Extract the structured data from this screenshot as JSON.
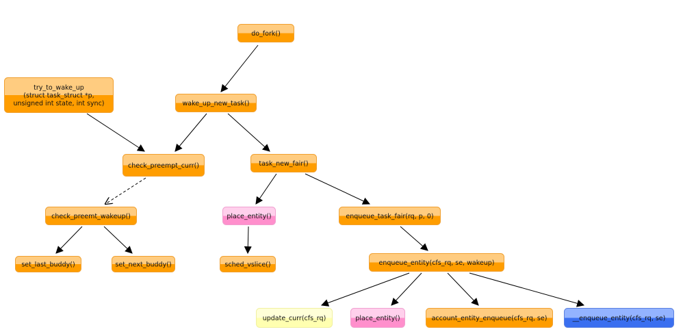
{
  "colors": {
    "orange": "#ff9d00",
    "orange_light": "#ffcc80",
    "orange_border": "#f0a030",
    "pink": "#ff8fcc",
    "pink_light": "#ffd0ec",
    "pink_border": "#f0a0d0",
    "yellow": "#ffffb0",
    "yellow_light": "#ffffd8",
    "yellow_border": "#f0f0a0",
    "blue": "#3a6ff0",
    "blue_light": "#93b3ff",
    "blue_border": "#5a80e0",
    "edge": "#000000"
  },
  "nodes": {
    "do_fork": {
      "label": "do_fork()",
      "color": "orange"
    },
    "wake_up_new_task": {
      "label": "wake_up_new_task()",
      "color": "orange"
    },
    "try_to_wake_up": {
      "lines": [
        "try_to_wake_up",
        "(struct task_struct *p,",
        "unsigned int state, int sync)"
      ],
      "color": "orange"
    },
    "check_preempt_curr": {
      "label": "check_preempt_curr()",
      "color": "orange"
    },
    "task_new_fair": {
      "label": "task_new_fair()",
      "color": "orange"
    },
    "check_preemt_wakeup": {
      "label": "check_preemt_wakeup()",
      "color": "orange"
    },
    "place_entity_1": {
      "label": "place_entity()",
      "color": "pink"
    },
    "enqueue_task_fair": {
      "label": "enqueue_task_fair(rq, p, 0)",
      "color": "orange"
    },
    "set_last_buddy": {
      "label": "set_last_buddy()",
      "color": "orange"
    },
    "set_next_buddy": {
      "label": "set_next_buddy()",
      "color": "orange"
    },
    "sched_vslice": {
      "label": "sched_vslice()",
      "color": "orange"
    },
    "enqueue_entity": {
      "label": "enqueue_entity(cfs_rq, se, wakeup)",
      "color": "orange"
    },
    "update_curr": {
      "label": "update_curr(cfs_rq)",
      "color": "yellow"
    },
    "place_entity_2": {
      "label": "place_entity()",
      "color": "pink"
    },
    "account_entity_enqueue": {
      "label": "account_entity_enqueue(cfs_rq, se)",
      "color": "orange"
    },
    "enqueue_entity_internal": {
      "label": "__enqueue_entity(cfs_rq, se)",
      "color": "blue"
    }
  },
  "edges": [
    {
      "from": "do_fork",
      "to": "wake_up_new_task",
      "style": "solid"
    },
    {
      "from": "try_to_wake_up",
      "to": "check_preempt_curr",
      "style": "solid"
    },
    {
      "from": "wake_up_new_task",
      "to": "check_preempt_curr",
      "style": "solid"
    },
    {
      "from": "wake_up_new_task",
      "to": "task_new_fair",
      "style": "solid"
    },
    {
      "from": "check_preempt_curr",
      "to": "check_preemt_wakeup",
      "style": "dashed"
    },
    {
      "from": "task_new_fair",
      "to": "place_entity_1",
      "style": "solid"
    },
    {
      "from": "task_new_fair",
      "to": "enqueue_task_fair",
      "style": "solid"
    },
    {
      "from": "check_preemt_wakeup",
      "to": "set_last_buddy",
      "style": "solid"
    },
    {
      "from": "check_preemt_wakeup",
      "to": "set_next_buddy",
      "style": "solid"
    },
    {
      "from": "place_entity_1",
      "to": "sched_vslice",
      "style": "solid"
    },
    {
      "from": "enqueue_task_fair",
      "to": "enqueue_entity",
      "style": "solid"
    },
    {
      "from": "enqueue_entity",
      "to": "update_curr",
      "style": "solid"
    },
    {
      "from": "enqueue_entity",
      "to": "place_entity_2",
      "style": "solid"
    },
    {
      "from": "enqueue_entity",
      "to": "account_entity_enqueue",
      "style": "solid"
    },
    {
      "from": "enqueue_entity",
      "to": "enqueue_entity_internal",
      "style": "solid"
    }
  ]
}
